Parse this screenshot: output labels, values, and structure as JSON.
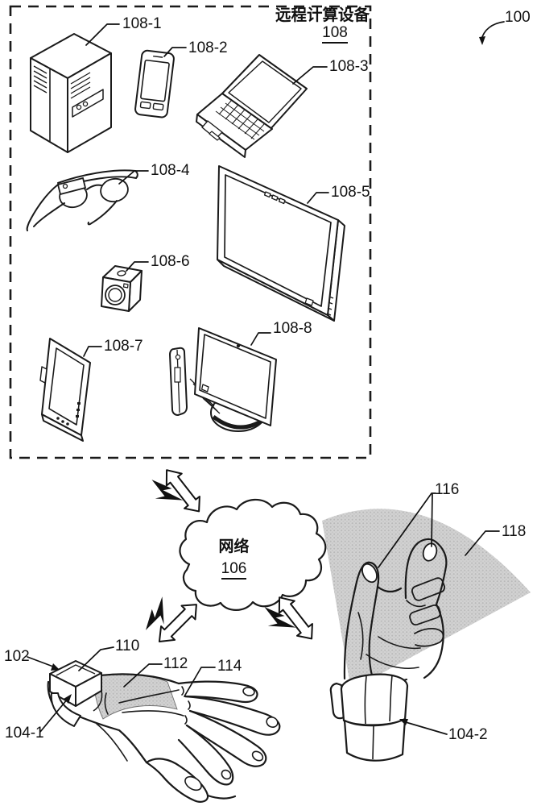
{
  "figure": {
    "reference": "100",
    "device_box": {
      "title": "远程计算设备",
      "ref": "108",
      "devices": [
        {
          "name": "server-tower",
          "label": "108-1"
        },
        {
          "name": "smartphone",
          "label": "108-2"
        },
        {
          "name": "laptop",
          "label": "108-3"
        },
        {
          "name": "smart-glasses",
          "label": "108-4"
        },
        {
          "name": "tablet-large",
          "label": "108-5"
        },
        {
          "name": "camera",
          "label": "108-6"
        },
        {
          "name": "tablet-small",
          "label": "108-7"
        },
        {
          "name": "desktop-computer",
          "label": "108-8"
        }
      ]
    },
    "network": {
      "name": "网络",
      "ref": "106"
    },
    "wearable": {
      "device": "102",
      "band_left": "104-1",
      "band_right": "104-2",
      "projector": "110",
      "projection_area": "112",
      "hand": "114",
      "finger_sensors": "116",
      "sensor_field": "118"
    },
    "colors": {
      "line": "#1a1a1a",
      "shade": "#cdcdcd",
      "background": "#ffffff"
    }
  }
}
